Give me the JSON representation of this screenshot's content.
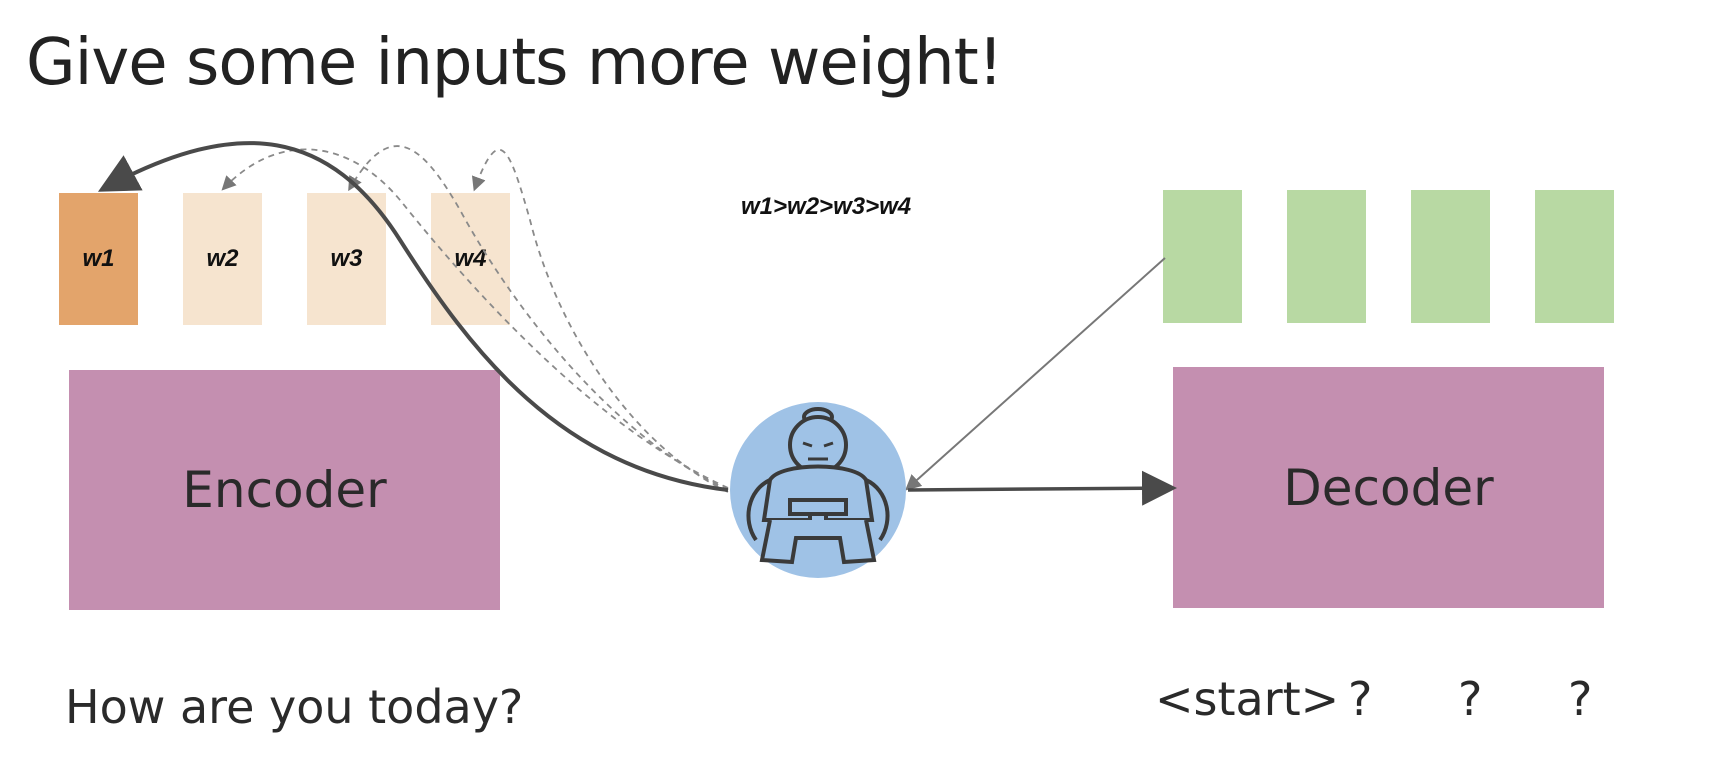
{
  "title": "Give some inputs more weight!",
  "weights": [
    "w1",
    "w2",
    "w3",
    "w4"
  ],
  "weight_order": "w1>w2>w3>w4",
  "encoder_label": "Encoder",
  "decoder_label": "Decoder",
  "input_sentence": "How are you today?",
  "output_tokens": [
    "<start>",
    "?",
    "?",
    "?"
  ],
  "colors": {
    "strong_weight": "#e3a46b",
    "weak_weight": "#f6e4cf",
    "decoder_state": "#b8d9a3",
    "block": "#c48fb0",
    "attention_circle": "#9fc2e6"
  },
  "icons": {
    "attention": "sumo-wrestler-icon"
  }
}
